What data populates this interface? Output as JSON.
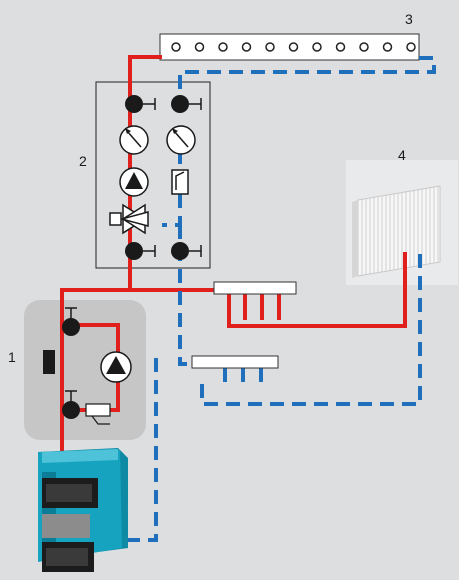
{
  "labels": {
    "radiator_ref": "4",
    "distributor_ref": "3",
    "module_ref": "2",
    "boiler_group_ref": "1"
  },
  "colors": {
    "background": "#dcdee0",
    "supply_line": "#e0201c",
    "return_line": "#1f6fbd",
    "boiler_body": "#16a3bf",
    "boiler_dark": "#1c1c1c",
    "module_outline": "#222222",
    "group_box": "#c6c6c6",
    "radiator": "#f2f2f2"
  },
  "icons": {
    "valve": "ball-valve-icon",
    "gauge": "gauge-icon",
    "pump": "circulation-pump-icon",
    "mixing_valve": "mixing-valve-icon",
    "check_valve": "check-valve-icon",
    "expansion_tank": "expansion-tank-icon",
    "radiator": "radiator-icon",
    "boiler": "boiler-icon"
  }
}
